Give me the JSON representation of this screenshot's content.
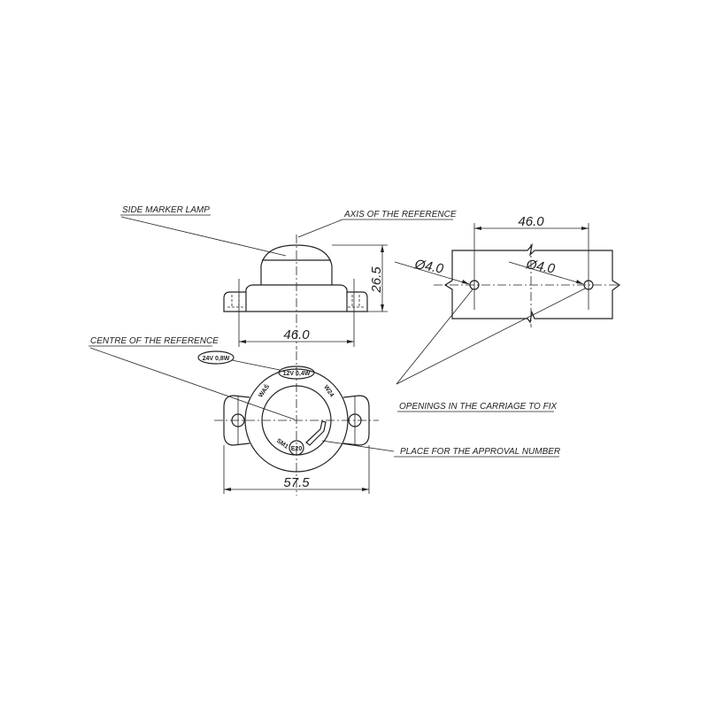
{
  "labels": {
    "side_marker_lamp": "SIDE MARKER LAMP",
    "axis_of_reference": "AXIS OF THE REFERENCE",
    "centre_of_reference": "CENTRE OF THE REFERENCE",
    "openings": "OPENINGS IN THE CARRIAGE TO FIX",
    "approval_place": "PLACE FOR THE APPROVAL NUMBER"
  },
  "dimensions": {
    "side_width": "46.0",
    "side_height": "26.5",
    "front_width": "57.5",
    "hole_spacing": "46.0",
    "hole_dia_left": "Ø4.0",
    "hole_dia_right": "Ø4.0"
  },
  "markings": {
    "rating_24v": "24V 0,8W",
    "rating_12v": "12V 0,4W",
    "maker": "WAŚ",
    "model": "W24",
    "sm": "SM1",
    "approval": "E20"
  }
}
